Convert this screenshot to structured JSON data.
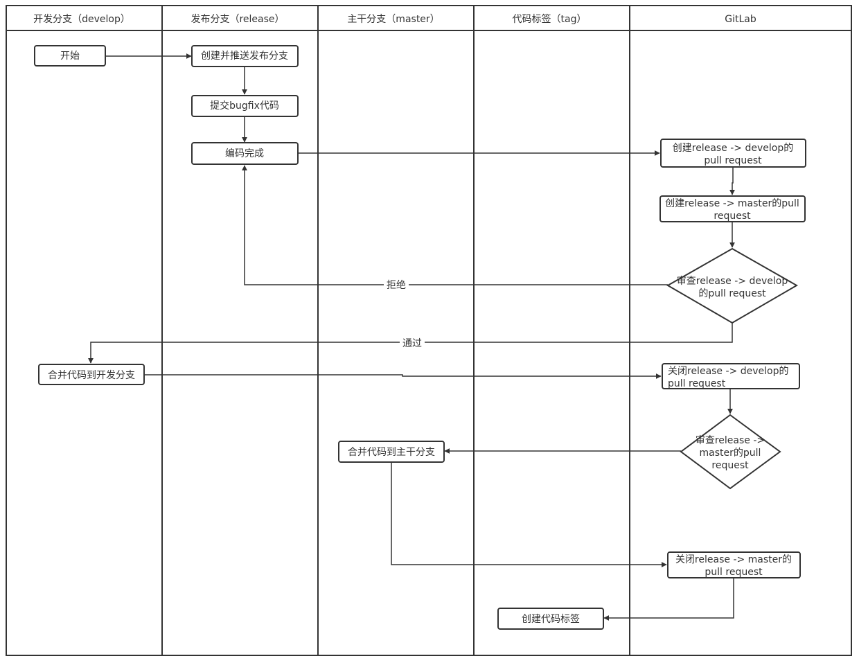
{
  "lanes": [
    {
      "id": "develop",
      "title": "开发分支（develop）"
    },
    {
      "id": "release",
      "title": "发布分支（release）"
    },
    {
      "id": "master",
      "title": "主干分支（master）"
    },
    {
      "id": "tag",
      "title": "代码标签（tag）"
    },
    {
      "id": "gitlab",
      "title": "GitLab"
    }
  ],
  "nodes": {
    "start": {
      "lines": [
        "开始"
      ]
    },
    "create_release": {
      "lines": [
        "创建并推送发布分支"
      ]
    },
    "commit_bugfix": {
      "lines": [
        "提交bugfix代码"
      ]
    },
    "code_done": {
      "lines": [
        "编码完成"
      ]
    },
    "pr_develop": {
      "lines": [
        "创建release -> develop的",
        "pull request"
      ]
    },
    "pr_master": {
      "lines": [
        "创建release -> master的pull",
        "request"
      ]
    },
    "review_develop": {
      "lines": [
        "审查release -> develop",
        "的pull request"
      ]
    },
    "merge_develop": {
      "lines": [
        "合并代码到开发分支"
      ]
    },
    "close_pr_develop": {
      "lines": [
        "关闭release -> develop的",
        "pull request"
      ]
    },
    "review_master": {
      "lines": [
        "审查release ->",
        "master的pull",
        "request"
      ]
    },
    "merge_master": {
      "lines": [
        "合并代码到主干分支"
      ]
    },
    "close_pr_master": {
      "lines": [
        "关闭release -> master的",
        "pull request"
      ]
    },
    "create_tag": {
      "lines": [
        "创建代码标签"
      ]
    }
  },
  "edges": {
    "reject": "拒绝",
    "pass": "通过"
  }
}
